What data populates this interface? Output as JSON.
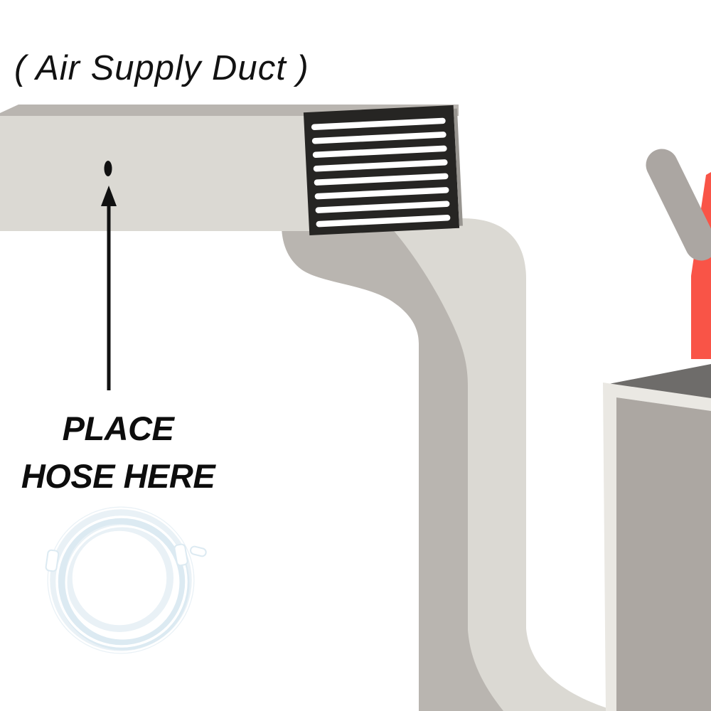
{
  "title": "( Air Supply Duct )",
  "annotation": {
    "line1": "PLACE",
    "line2": "HOSE HERE"
  },
  "colors": {
    "background": "#FFFFFF",
    "duct_face": "#DBD9D3",
    "duct_shade": "#B9B5B0",
    "grille_body": "#262523",
    "grille_slat": "#FFFFFF",
    "grille_edge_shadow": "#97948F",
    "hole": "#111111",
    "arrow": "#111111",
    "text": "#111111",
    "furnace_face": "#ACA7A2",
    "furnace_top": "#6E6C6A",
    "furnace_edge": "#EAE8E3",
    "pipe": "#ABA6A2",
    "red_duct": "#F95447",
    "hose_tint": "#DCEAF2",
    "hose_tint_soft": "#E9F1F6",
    "hose_highlight": "#FFFFFF"
  }
}
